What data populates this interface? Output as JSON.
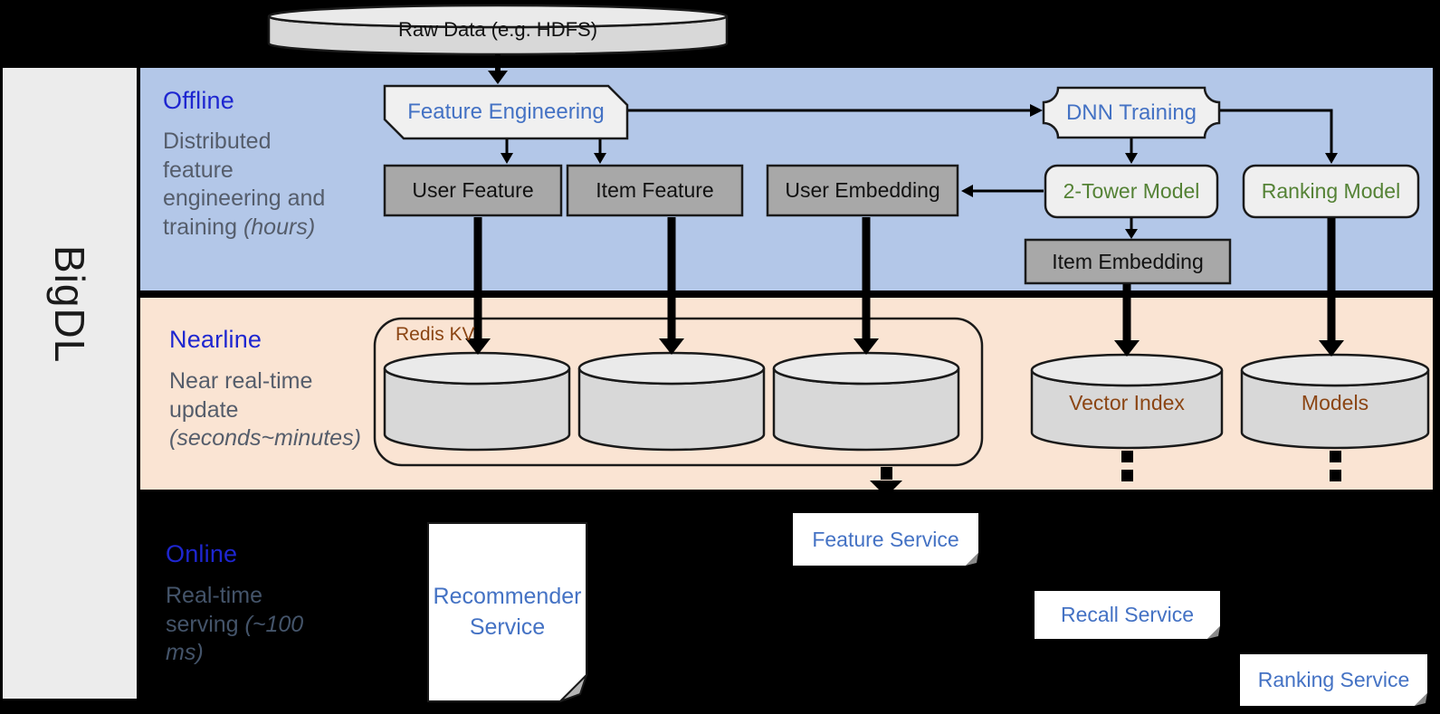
{
  "brand": {
    "name": "BigDL"
  },
  "source": {
    "label": "Raw Data (e.g. HDFS)"
  },
  "sections": {
    "offline": {
      "title": "Offline",
      "subtitle": "Distributed feature engineering and training",
      "subtitle_note": "(hours)"
    },
    "nearline": {
      "title": "Nearline",
      "subtitle": "Near real-time update",
      "subtitle_note": "(seconds~minutes)"
    },
    "online": {
      "title": "Online",
      "subtitle": "Real-time serving",
      "subtitle_note": "(~100 ms)"
    }
  },
  "nodes": {
    "feature_engineering": "Feature Engineering",
    "dnn_training": "DNN Training",
    "user_feature": "User Feature",
    "item_feature": "Item Feature",
    "user_embedding": "User Embedding",
    "two_tower_model": "2-Tower Model",
    "ranking_model": "Ranking Model",
    "item_embedding": "Item Embedding",
    "redis_kv": "Redis KV",
    "vector_index": "Vector Index",
    "models": "Models",
    "recommender_service": "Recommender Service",
    "feature_service": "Feature Service",
    "recall_service": "Recall Service",
    "ranking_service": "Ranking Service"
  },
  "colors": {
    "background": "#000000",
    "offline_band": "#b3c7e8",
    "nearline_band": "#fae4d3",
    "sidebar": "#ececec",
    "section_title_blue": "#1e26d0",
    "section_subtitle_gray": "#555d6b",
    "node_blue_text": "#4472c4",
    "node_green_text": "#548235",
    "storage_brown_text": "#8B4513",
    "gray_box": "#a8a8a8",
    "light_box": "#f0f0f0",
    "cylinder_fill": "#d8d8d8"
  }
}
